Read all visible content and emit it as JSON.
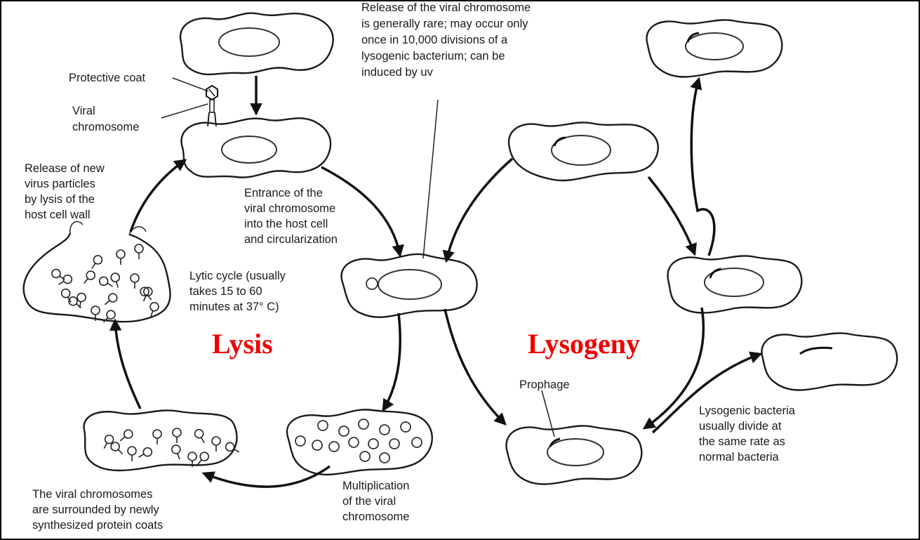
{
  "labels": {
    "protective_coat": "Protective coat",
    "viral_chromosome": [
      "Viral",
      "chromosome"
    ],
    "release_new_virus": [
      "Release of new",
      "virus particles",
      "by lysis of the",
      "host cell wall"
    ],
    "release_viral_chromosome": [
      "Release of the viral chromosome",
      "is generally rare; may occur only",
      "once in 10,000 divisions of a",
      "lysogenic bacterium; can be",
      "induced by uv"
    ],
    "entrance": [
      "Entrance of the",
      "viral chromosome",
      "into the host cell",
      "and circularization"
    ],
    "lytic_cycle": [
      "Lytic cycle (usually",
      "takes 15 to 60",
      "minutes at 37° C)"
    ],
    "prophage": "Prophage",
    "lysogenic_bacteria": [
      "Lysogenic bacteria",
      "usually divide at",
      "the same rate as",
      "normal bacteria"
    ],
    "surrounded": [
      "The viral chromosomes",
      "are surrounded by newly",
      "synthesized protein coats"
    ],
    "multiplication": [
      "Multiplication",
      "of the viral",
      "chromosome"
    ]
  },
  "titles": {
    "lysis": "Lysis",
    "lysogeny": "Lysogeny"
  },
  "colors": {
    "title": "#ee0000",
    "ink": "#1a1a1a"
  }
}
